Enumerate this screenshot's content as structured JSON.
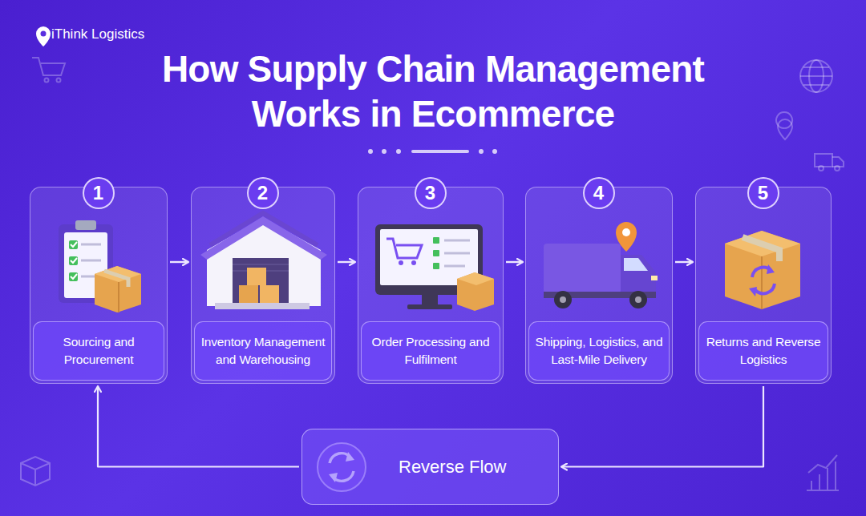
{
  "diagram": {
    "title": "How Supply Chain Management Works in Ecommerce",
    "nodes": [
      {
        "text": [
          "Sourcing and Procurement"
        ]
      },
      {
        "text": [
          "1"
        ],
        "in": 0
      },
      {
        "text": [
          "Inventory Management and Warehousing"
        ]
      },
      {
        "text": [
          "2"
        ],
        "in": 2
      },
      {
        "text": [
          "Order Processing and Fulfilment"
        ]
      },
      {
        "text": [
          "3"
        ],
        "in": 4
      },
      {
        "text": [
          "Shipping, Logistics, and Last-Mile Delivery"
        ]
      },
      {
        "text": [
          "4"
        ],
        "in": 6
      },
      {
        "text": [
          "Returns and Reverse Logistics"
        ]
      },
      {
        "text": [
          "5"
        ],
        "in": 8
      },
      {
        "text": [
          "Reverse Flow"
        ]
      }
    ],
    "edges": [
      {
        "from": 0,
        "to": 2,
        "arrow": "to"
      },
      {
        "from": 2,
        "to": 4,
        "arrow": "to"
      },
      {
        "from": 4,
        "to": 6,
        "arrow": "to"
      },
      {
        "from": 6,
        "to": 8,
        "arrow": "to"
      },
      {
        "from": 8,
        "to": 10,
        "arrow": "to"
      },
      {
        "from": 10,
        "to": 0,
        "arrow": "to"
      }
    ],
    "labels": [
      "iThink Logistics"
    ]
  }
}
